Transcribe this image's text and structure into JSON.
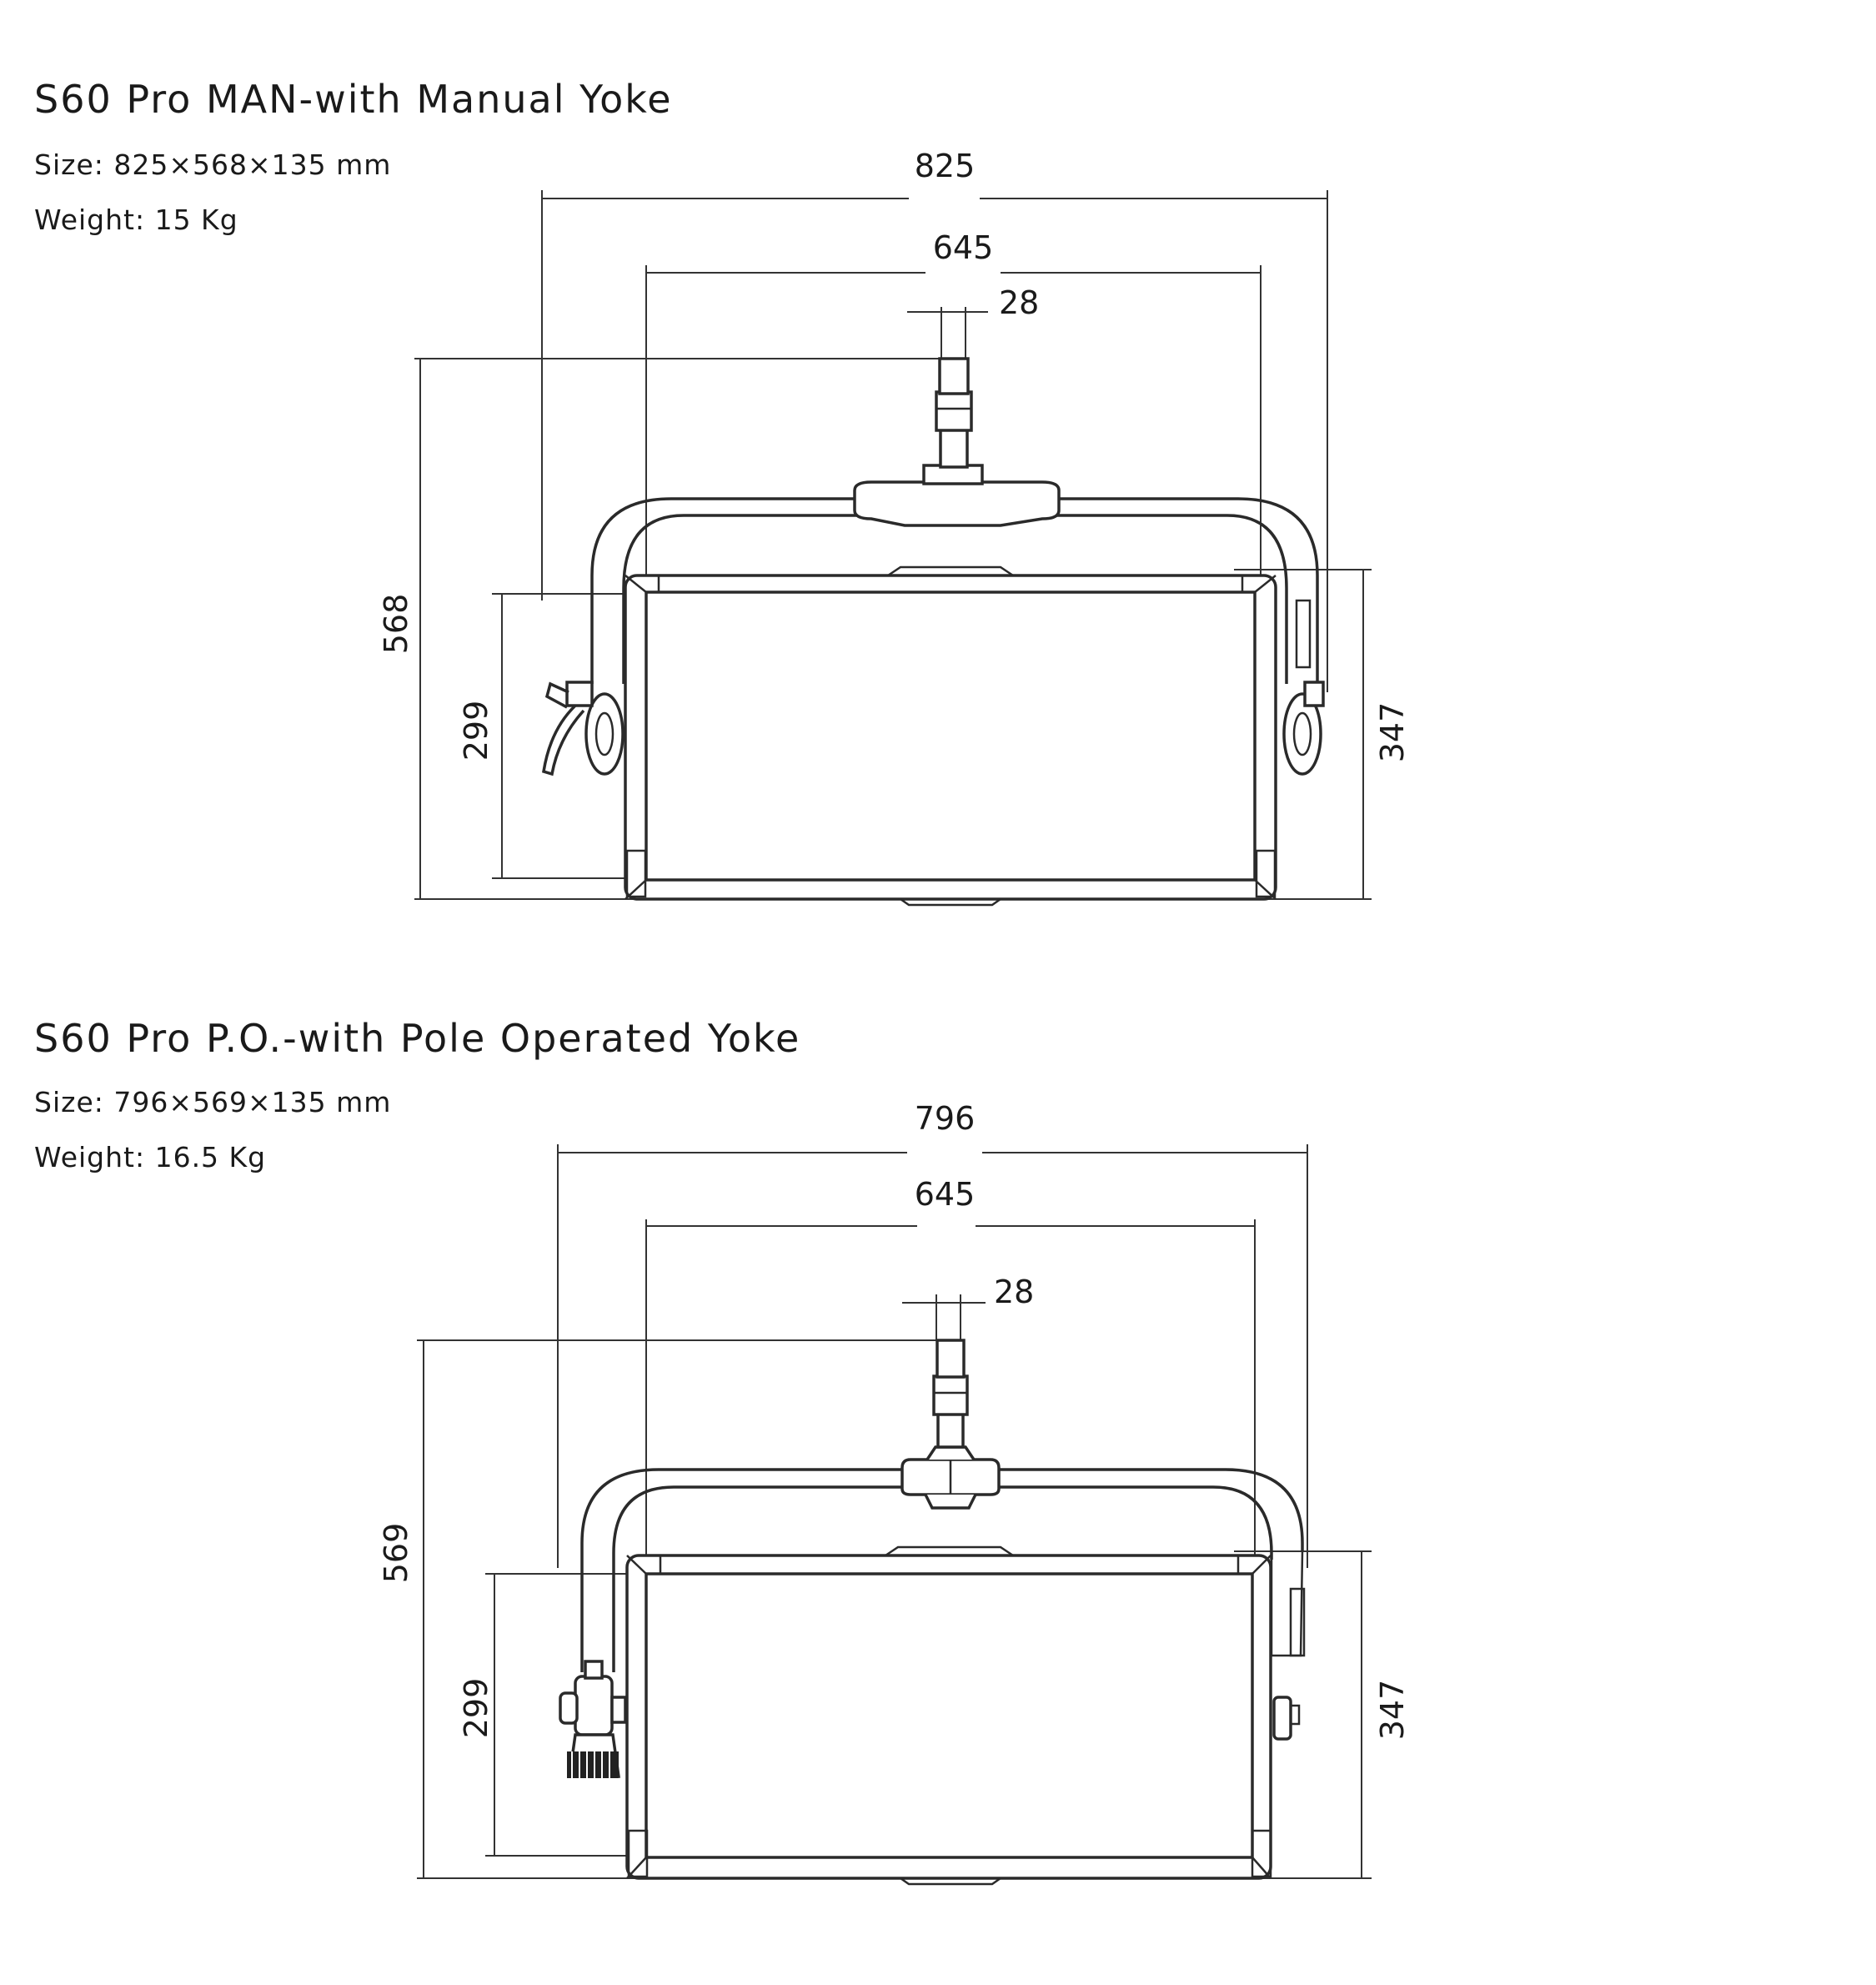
{
  "sections": [
    {
      "title": "S60 Pro MAN-with Manual Yoke",
      "size": "Size: 825×568×135 mm",
      "weight": "Weight: 15 Kg",
      "dimensions": {
        "overall_width": "825",
        "panel_width": "645",
        "spigot_width": "28",
        "overall_height": "568",
        "panel_height": "299",
        "frame_height": "347"
      }
    },
    {
      "title": "S60 Pro P.O.-with Pole Operated Yoke",
      "size": "Size: 796×569×135 mm",
      "weight": "Weight: 16.5 Kg",
      "dimensions": {
        "overall_width": "796",
        "panel_width": "645",
        "spigot_width": "28",
        "overall_height": "569",
        "panel_height": "299",
        "frame_height": "347"
      }
    }
  ]
}
